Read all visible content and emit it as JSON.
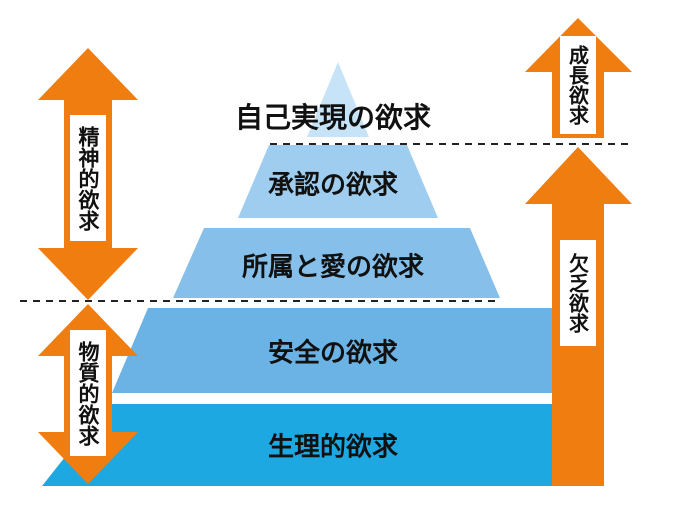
{
  "pyramid": {
    "tiers": [
      {
        "label": "自己実現の欲求",
        "color": "#c6e3f7"
      },
      {
        "label": "承認の欲求",
        "color": "#9fcdef"
      },
      {
        "label": "所属と愛の欲求",
        "color": "#86c0ea"
      },
      {
        "label": "安全の欲求",
        "color": "#6bb3e5"
      },
      {
        "label": "生理的欲求",
        "color": "#1ea8e2"
      }
    ]
  },
  "left_arrows": {
    "spiritual_label": "精神的欲求",
    "physical_label": "物質的欲求",
    "color": "#ef7d10"
  },
  "right_arrows": {
    "growth_label": "成長欲求",
    "deficiency_label": "欠乏欲求",
    "color": "#ef7d10"
  }
}
